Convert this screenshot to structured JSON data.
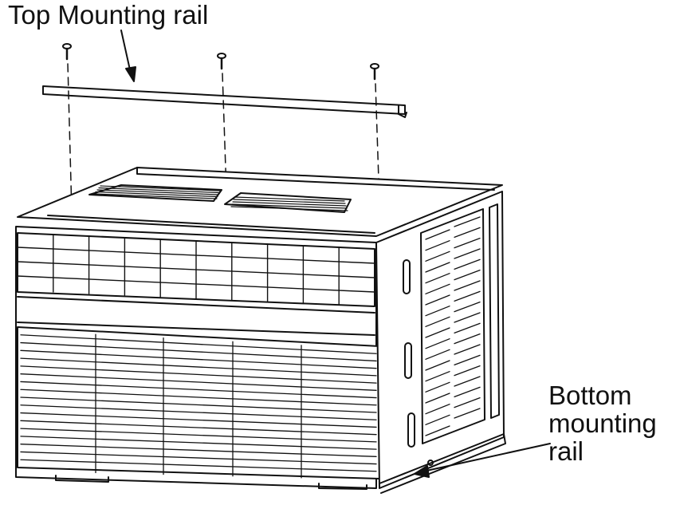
{
  "labels": {
    "top_rail": "Top Mounting rail",
    "bottom_rail_lines": [
      "Bottom",
      "mounting",
      "rail"
    ]
  },
  "parts": {
    "screws": 3,
    "side_louvers_per_column": 19,
    "front_louvers": 17
  },
  "colors": {
    "line": "#111111",
    "background": "#ffffff"
  }
}
